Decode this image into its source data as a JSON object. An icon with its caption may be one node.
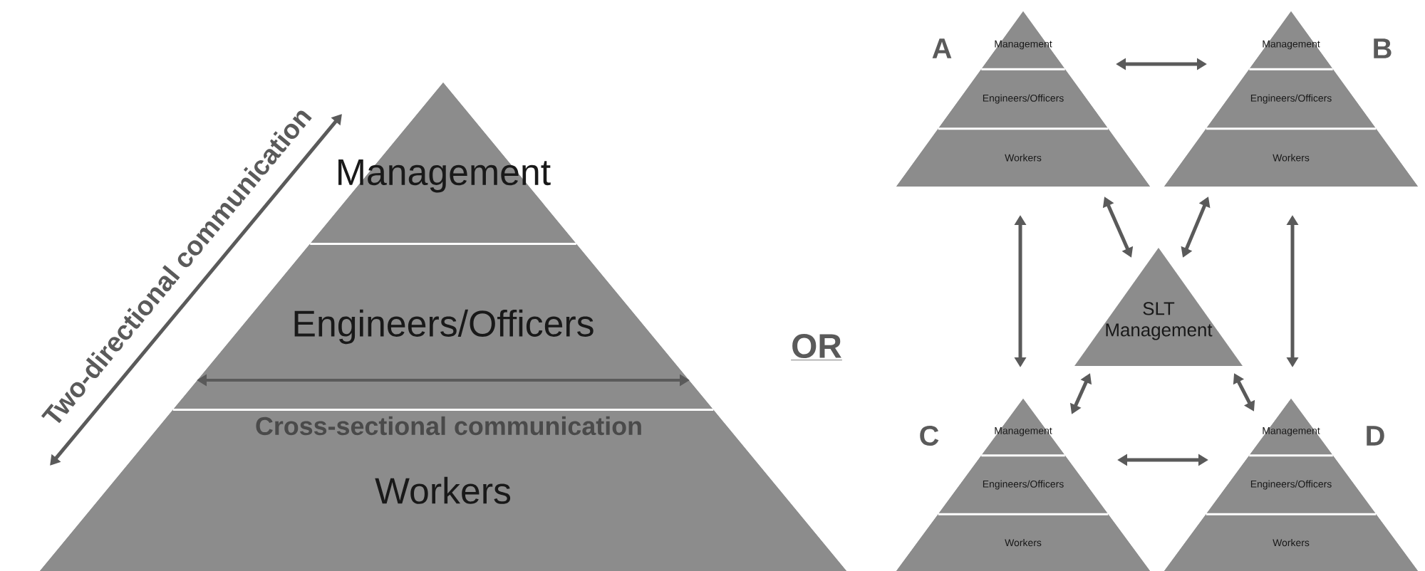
{
  "diagram": {
    "nodes": [
      {
        "text": [],
        "shape": "triangle"
      },
      {
        "text": [
          "Management"
        ],
        "in": 0
      },
      {
        "text": [
          "Engineers/Officers"
        ],
        "in": 0
      },
      {
        "text": [
          "Workers"
        ],
        "in": 0
      },
      {
        "text": [],
        "shape": "triangle",
        "beside": [
          "A"
        ]
      },
      {
        "text": [
          "Management"
        ],
        "in": 4
      },
      {
        "text": [
          "Engineers/Officers"
        ],
        "in": 4
      },
      {
        "text": [
          "Workers"
        ],
        "in": 4
      },
      {
        "text": [],
        "shape": "triangle",
        "beside": [
          "B"
        ]
      },
      {
        "text": [
          "Management"
        ],
        "in": 8
      },
      {
        "text": [
          "Engineers/Officers"
        ],
        "in": 8
      },
      {
        "text": [
          "Workers"
        ],
        "in": 8
      },
      {
        "text": [
          "SLT Management"
        ]
      },
      {
        "text": [],
        "shape": "triangle",
        "beside": [
          "C"
        ]
      },
      {
        "text": [
          "Management"
        ],
        "in": 13
      },
      {
        "text": [
          "Engineers/Officers"
        ],
        "in": 13
      },
      {
        "text": [
          "Workers"
        ],
        "in": 13
      },
      {
        "text": [],
        "shape": "triangle",
        "beside": [
          "D"
        ]
      },
      {
        "text": [
          "Management"
        ],
        "in": 17
      },
      {
        "text": [
          "Engineers/Officers"
        ],
        "in": 17
      },
      {
        "text": [
          "Workers"
        ],
        "in": 17
      }
    ],
    "edges": [
      {
        "from": 4,
        "to": 8,
        "arrow": "both"
      },
      {
        "from": 4,
        "to": 13,
        "arrow": "both"
      },
      {
        "from": 8,
        "to": 17,
        "arrow": "both"
      },
      {
        "from": 4,
        "to": 12,
        "arrow": "both"
      },
      {
        "from": 8,
        "to": 12,
        "arrow": "both"
      },
      {
        "from": 12,
        "to": 13,
        "arrow": "both"
      },
      {
        "from": 12,
        "to": 17,
        "arrow": "both"
      },
      {
        "from": 13,
        "to": 17,
        "arrow": "both"
      }
    ],
    "labels": [
      "Two-directional communication",
      "Cross-sectional communication",
      "OR"
    ]
  }
}
